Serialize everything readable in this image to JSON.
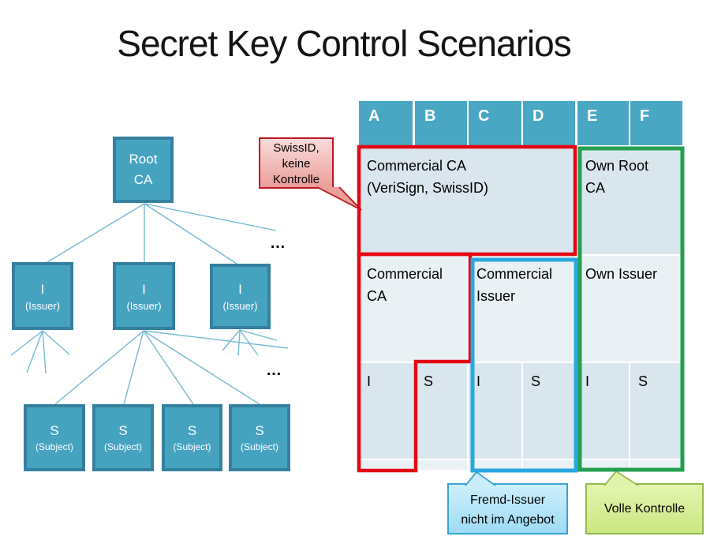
{
  "slide": {
    "title": "Secret Key Control Scenarios"
  },
  "tree": {
    "root": {
      "lines": [
        "Root",
        "CA"
      ]
    },
    "issuers": [
      {
        "letter": "I",
        "sub": "(Issuer)"
      },
      {
        "letter": "I",
        "sub": "(Issuer)"
      },
      {
        "letter": "I",
        "sub": "(Issuer)"
      }
    ],
    "subjects": [
      {
        "letter": "S",
        "sub": "(Subject)"
      },
      {
        "letter": "S",
        "sub": "(Subject)"
      },
      {
        "letter": "S",
        "sub": "(Subject)"
      },
      {
        "letter": "S",
        "sub": "(Subject)"
      }
    ],
    "ellipsis_upper": "…",
    "ellipsis_lower": "…"
  },
  "table": {
    "header": [
      "A",
      "B",
      "C",
      "D",
      "E",
      "F"
    ],
    "row1": {
      "commercial_ca": {
        "lines": [
          "Commercial CA",
          "(VeriSign, SwissID)"
        ]
      },
      "own_root_ca": {
        "lines": [
          "Own Root",
          "CA"
        ]
      }
    },
    "row2": {
      "commercial_ca": {
        "lines": [
          "Commercial",
          "CA"
        ]
      },
      "commercial_issuer": {
        "lines": [
          "Commercial",
          "Issuer"
        ]
      },
      "own_issuer": {
        "lines": [
          "Own Issuer"
        ]
      }
    },
    "row3": [
      "I",
      "S",
      "I",
      "S",
      "I",
      "S"
    ]
  },
  "callouts": {
    "swissid": {
      "lines": [
        "SwissID,",
        "keine",
        "Kontrolle"
      ]
    },
    "fremd_issuer": {
      "lines": [
        "Fremd-Issuer",
        "nicht im Angebot"
      ]
    },
    "volle_kontrolle": {
      "lines": [
        "Volle Kontrolle"
      ]
    }
  },
  "colors": {
    "accent_teal": "#4aa7c4",
    "node_fill": "#46a3c0",
    "node_border": "#35809e",
    "row_light": "#dae6ed",
    "row_lighter": "#eaf1f5",
    "tree_edge": "#74b9d1",
    "outline_red": "#e30613",
    "outline_blue": "#29a8e0",
    "outline_green": "#24a050",
    "callout_pink_border": "#be1621",
    "callout_blue_border": "#3ba3cc",
    "callout_green_border": "#95b94b"
  }
}
